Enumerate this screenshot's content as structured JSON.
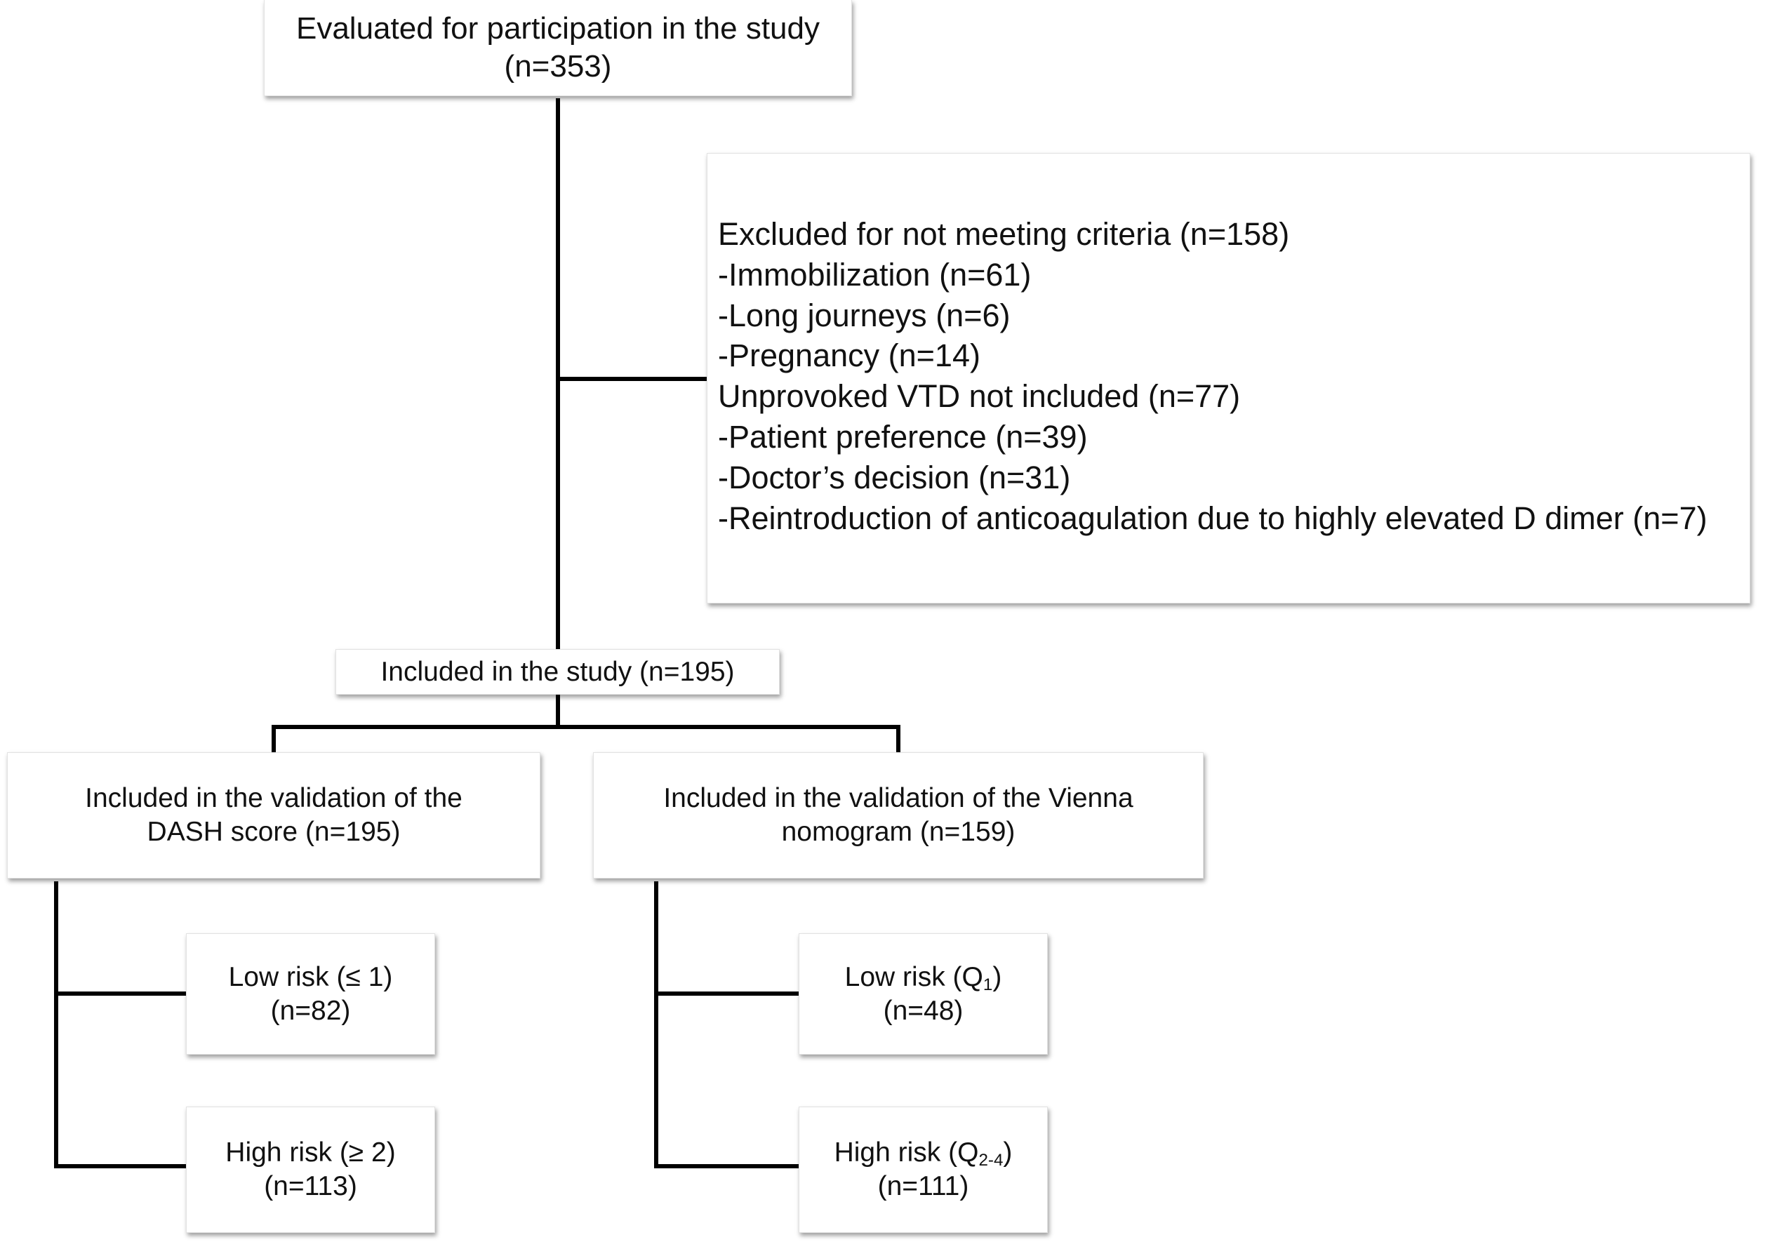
{
  "evaluated": {
    "title": "Evaluated for participation in the study",
    "count": "(n=353)"
  },
  "excluded": {
    "lines": [
      "Excluded for not meeting criteria (n=158)",
      "-Immobilization (n=61)",
      "-Long journeys (n=6)",
      "-Pregnancy (n=14)",
      "Unprovoked VTD not included (n=77)",
      "-Patient preference (n=39)",
      "-Doctor’s decision (n=31)",
      "-Reintroduction of anticoagulation due to highly elevated D dimer (n=7)"
    ]
  },
  "included": {
    "label": "Included in the study (n=195)"
  },
  "dash": {
    "title_line1": "Included in the validation of the",
    "title_line2": "DASH score (n=195)",
    "low": {
      "label": "Low risk (≤ 1)",
      "count": "(n=82)"
    },
    "high": {
      "label": "High risk (≥ 2)",
      "count": "(n=113)"
    }
  },
  "vienna": {
    "title_line1": "Included in the validation of the Vienna",
    "title_line2": "nomogram (n=159)",
    "low": {
      "label_prefix": "Low risk (Q",
      "label_sub": "1",
      "label_suffix": ")",
      "count": "(n=48)"
    },
    "high": {
      "label_prefix": "High risk (Q",
      "label_sub": "2-4",
      "label_suffix": ")",
      "count": "(n=111)"
    }
  },
  "colors": {
    "line": "#000000",
    "box_border": "#e2e2e2",
    "shadow": "rgba(0,0,0,0.38)",
    "text": "#111111"
  }
}
